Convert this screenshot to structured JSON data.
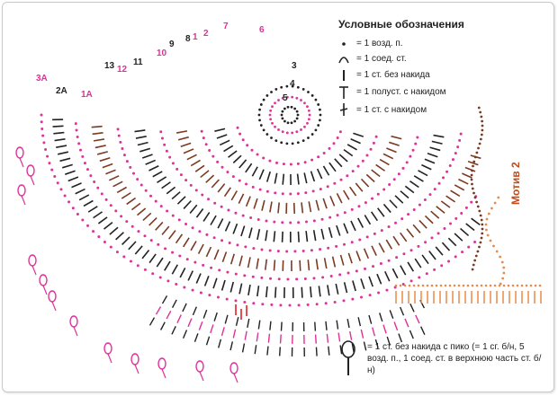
{
  "legend": {
    "title": "Условные обозначения",
    "items": [
      {
        "icon": "chain-stitch-dot-icon",
        "label": "= 1 возд. п."
      },
      {
        "icon": "slip-stitch-arc-icon",
        "label": "= 1 соед. ст."
      },
      {
        "icon": "single-crochet-bar-icon",
        "label": "= 1 ст. без накида"
      },
      {
        "icon": "half-double-crochet-icon",
        "label": "= 1 полуст. с накидом"
      },
      {
        "icon": "double-crochet-icon",
        "label": "= 1 ст. с накидом"
      }
    ]
  },
  "picot_note": "= 1 ст. без накида с пико (= 1 сг. б/н, 5 возд. п., 1 соед. ст. в верхнюю часть ст. б/н)",
  "motif_label": "Мотив 2",
  "row_labels": [
    "1",
    "2",
    "3",
    "4",
    "5",
    "6",
    "7",
    "8",
    "9",
    "10",
    "11",
    "12",
    "13",
    "1A",
    "2A",
    "3A"
  ],
  "colors": {
    "magenta": "#e0309a",
    "dark": "#222222",
    "brown": "#7a3b22",
    "orange": "#e98a4a",
    "red": "#e02020",
    "text": "#222222"
  }
}
